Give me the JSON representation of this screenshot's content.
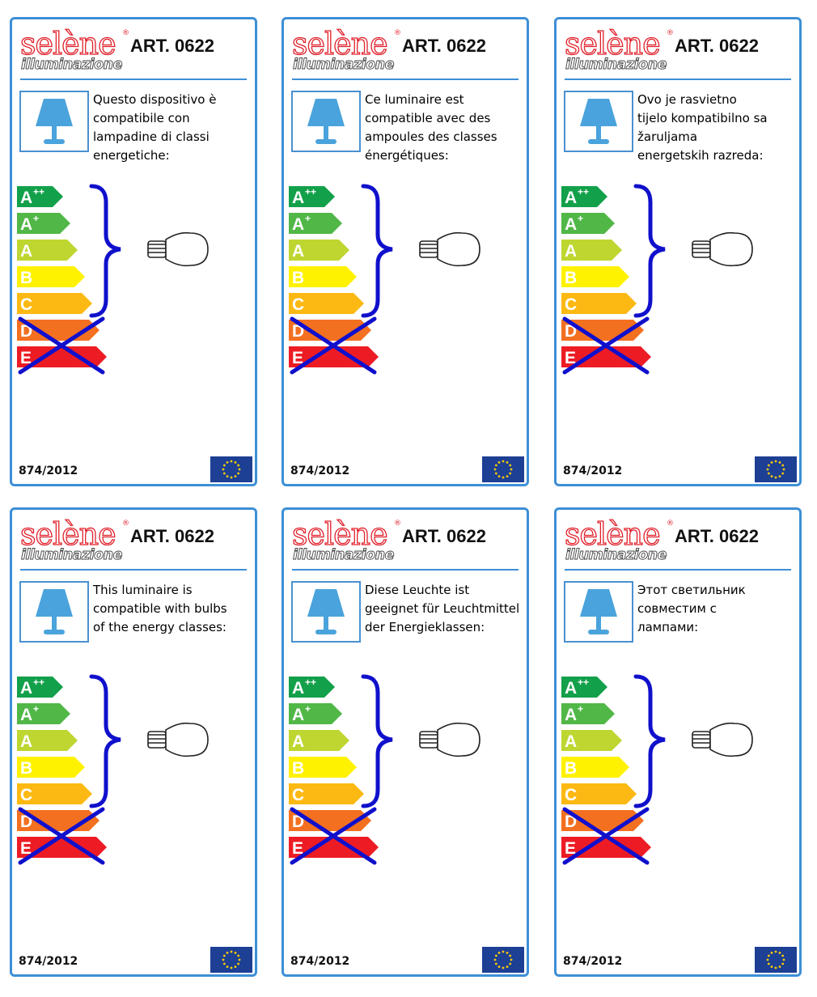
{
  "brand": {
    "logo_text": "selène",
    "logo_sub": "illuminazione",
    "registered": "®"
  },
  "colors": {
    "border": "#3d8fd6",
    "logo_red": "#e0202a",
    "lamp_blue": "#4aa3dc",
    "bracket_blue": "#1010cc",
    "class_colors": [
      "#13a04a",
      "#51b747",
      "#bfd631",
      "#fff200",
      "#fdb913",
      "#f37021",
      "#ed1c24"
    ]
  },
  "energy_classes": [
    {
      "letter": "A",
      "sup": "++"
    },
    {
      "letter": "A",
      "sup": "+"
    },
    {
      "letter": "A",
      "sup": ""
    },
    {
      "letter": "B",
      "sup": ""
    },
    {
      "letter": "C",
      "sup": ""
    },
    {
      "letter": "D",
      "sup": ""
    },
    {
      "letter": "E",
      "sup": ""
    }
  ],
  "labels": [
    {
      "art": "ART. 0622",
      "text": "Questo dispositivo è\ncompatibile con\nlampadine di classi\nenergetiche:",
      "regulation": "874/2012",
      "icon": "table-lamp-icon"
    },
    {
      "art": "ART. 0622",
      "text": "Ce luminaire est\ncompatible avec des\nampoules des classes\nénergétiques:",
      "regulation": "874/2012",
      "icon": "table-lamp-icon"
    },
    {
      "art": "ART. 0622",
      "text": "Ovo je rasvietno\ntijelo kompatibilno sa\nžaruljama\nenergetskih razreda:",
      "regulation": "874/2012",
      "icon": "table-lamp-icon"
    },
    {
      "art": "ART. 0622",
      "text": "This luminaire is\ncompatible with bulbs\nof the energy classes:",
      "regulation": "874/2012",
      "icon": "table-lamp-icon"
    },
    {
      "art": "ART. 0622",
      "text": "Diese Leuchte ist\ngeeignet für Leuchtmittel\nder Energieklassen:",
      "regulation": "874/2012",
      "icon": "table-lamp-icon"
    },
    {
      "art": "ART. 0622",
      "text": "Этот светильник\nсовместим с\nлампами:",
      "regulation": "874/2012",
      "icon": "table-lamp-icon"
    }
  ]
}
